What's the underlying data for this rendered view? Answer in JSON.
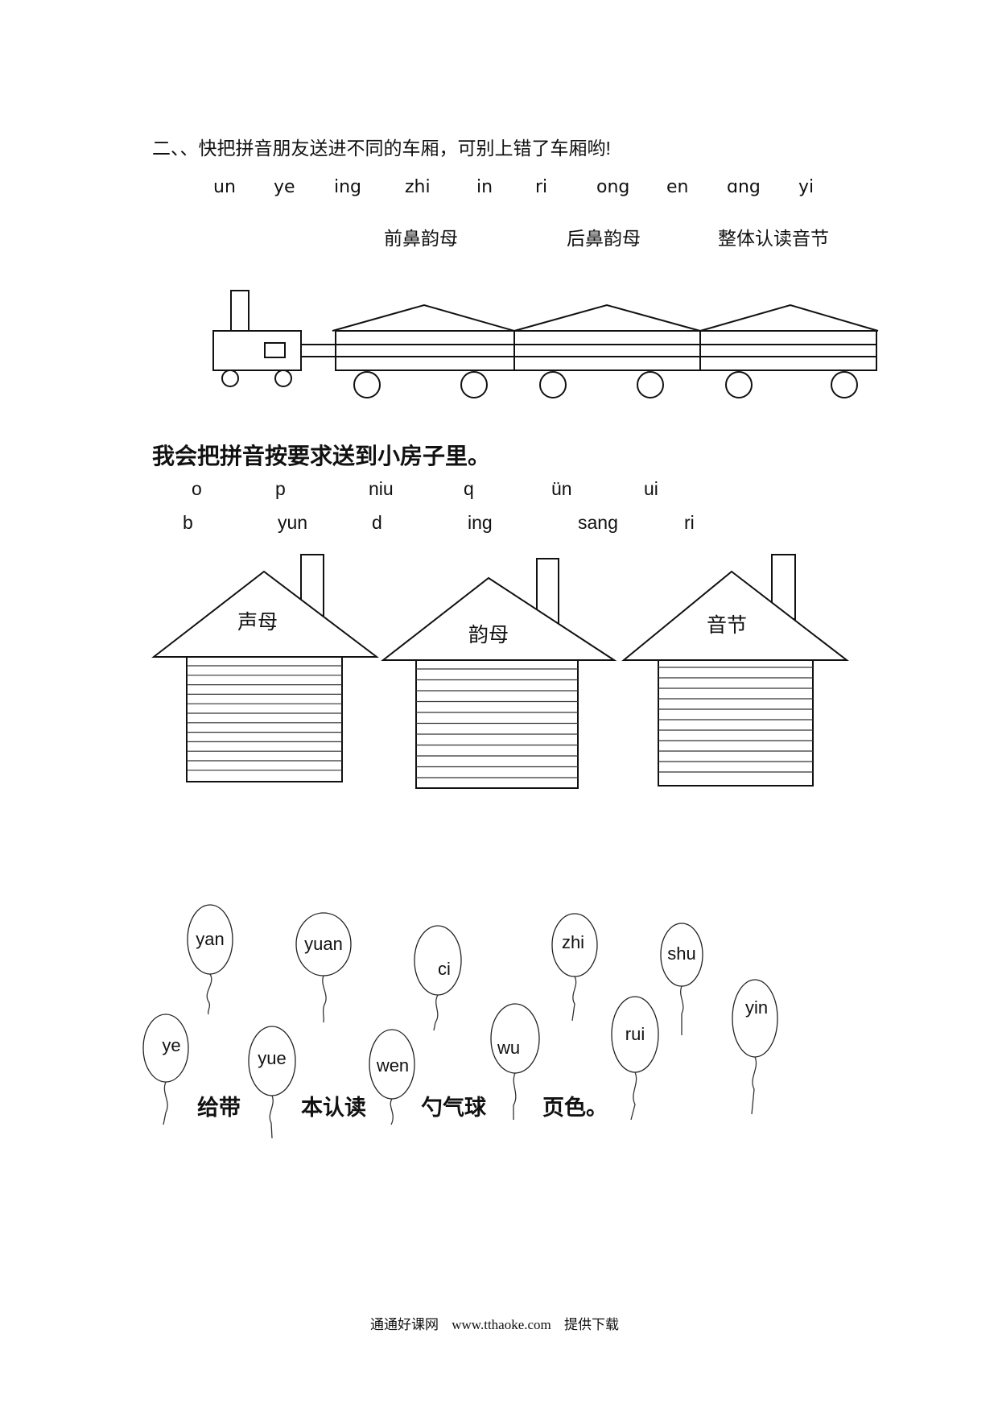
{
  "section_train": {
    "title": "二、、快把拼音朋友送进不同的车厢，可别上错了车厢哟!",
    "pinyin": [
      "un",
      "ye",
      "ing",
      "zhi",
      "in",
      "ri",
      "ong",
      "en",
      "ɑng",
      "yi"
    ],
    "car_labels": [
      "前鼻韵母",
      "后鼻韵母",
      "整体认读音节"
    ]
  },
  "section_houses": {
    "title": "我会把拼音按要求送到小房子里。",
    "row1": [
      "o",
      "p",
      "niu",
      "q",
      "ün",
      "ui"
    ],
    "row2": [
      "b",
      "yun",
      "d",
      "ing",
      "sang",
      "ri"
    ],
    "houses": [
      "声母",
      "韵母",
      "音节"
    ]
  },
  "section_balloons": {
    "balloons": [
      "yan",
      "yuan",
      "ci",
      "zhi",
      "shu",
      "yin",
      "ye",
      "yue",
      "wen",
      "wu",
      "rui"
    ],
    "instruction_fragments": [
      "给带",
      "本认读",
      "勺气球",
      "页色。"
    ]
  },
  "footer": {
    "site": "通通好课网",
    "url": "www.tthaoke.com",
    "note": "提供下载"
  }
}
